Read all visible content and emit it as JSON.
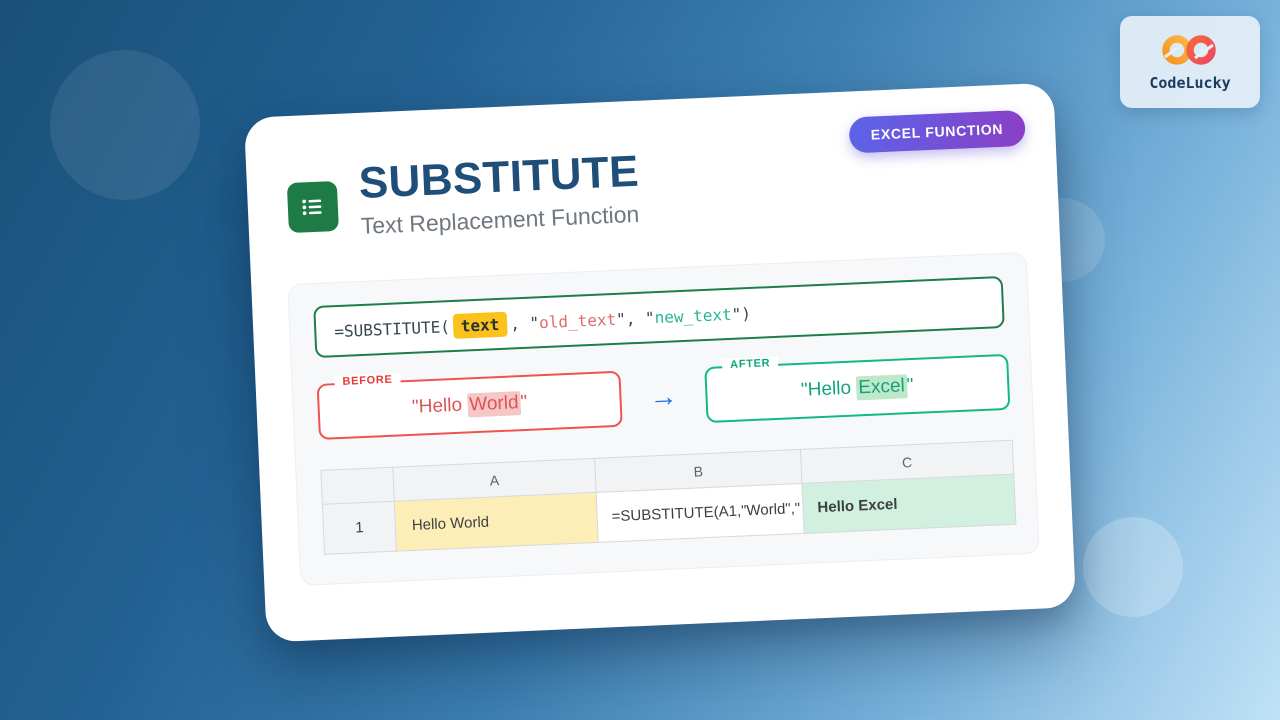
{
  "brand": {
    "name": "CodeLucky",
    "icon": "infinity-icon"
  },
  "badge": {
    "label": "EXCEL FUNCTION"
  },
  "header": {
    "icon": "list-icon",
    "title": "SUBSTITUTE",
    "subtitle": "Text Replacement Function"
  },
  "formula": {
    "prefix": "=SUBSTITUTE(",
    "param": "text",
    "comma1": ", ",
    "old_open": "\"",
    "old_text": "old_text",
    "old_close": "\", ",
    "new_open": "\"",
    "new_text": "new_text",
    "close": "\")"
  },
  "transform": {
    "before": {
      "label": "BEFORE",
      "pre": "\"Hello ",
      "highlight": "World",
      "post": "\""
    },
    "arrow": "→",
    "after": {
      "label": "AFTER",
      "pre": "\"Hello ",
      "highlight": "Excel",
      "post": "\""
    }
  },
  "table": {
    "headers": [
      "",
      "A",
      "B",
      "C"
    ],
    "row": {
      "num": "1",
      "a": "Hello World",
      "b": "=SUBSTITUTE(A1,\"World\",\"",
      "c": "Hello Excel"
    }
  },
  "colors": {
    "title_blue": "#1f4e79",
    "formula_border_green": "#1e7e4a",
    "param_highlight_yellow": "#fcc21c",
    "old_text_red": "#e26a6a",
    "new_text_teal": "#28b694",
    "before_red": "#ef5350",
    "after_green": "#12b886",
    "arrow_blue": "#1a73e8",
    "badge_gradient_start": "#5a64e8",
    "badge_gradient_end": "#8a3fc6",
    "cell_a_bg": "#fdeeb8",
    "cell_c_bg": "#d2f0e0",
    "excel_icon_green": "#1e7b45"
  }
}
